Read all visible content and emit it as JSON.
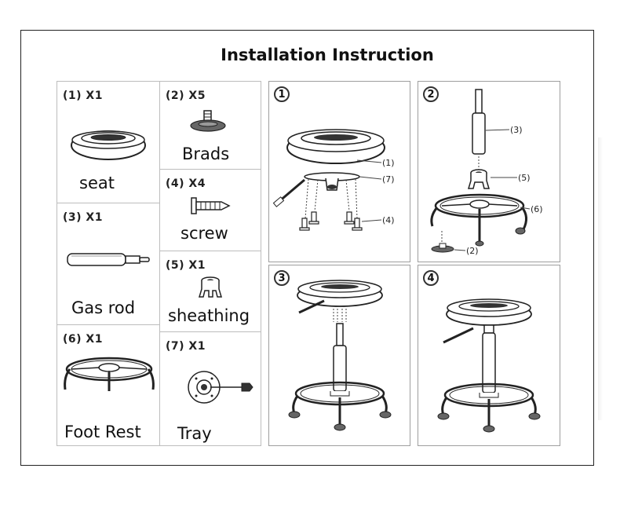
{
  "title": "Installation Instruction",
  "parts": [
    {
      "qty": "(1) X1",
      "name": "seat"
    },
    {
      "qty": "(2) X5",
      "name": "Brads"
    },
    {
      "qty": "(3) X1",
      "name": "Gas rod"
    },
    {
      "qty": "(4) X4",
      "name": "screw"
    },
    {
      "qty": "(5) X1",
      "name": "sheathing"
    },
    {
      "qty": "(6) X1",
      "name": "Foot Rest"
    },
    {
      "qty": "(7) X1",
      "name": "Tray"
    }
  ],
  "steps": [
    {
      "number": "1",
      "callouts": [
        "(1)",
        "(7)",
        "(4)"
      ]
    },
    {
      "number": "2",
      "callouts": [
        "(3)",
        "(5)",
        "(6)",
        "(2)"
      ]
    },
    {
      "number": "3"
    },
    {
      "number": "4"
    }
  ]
}
